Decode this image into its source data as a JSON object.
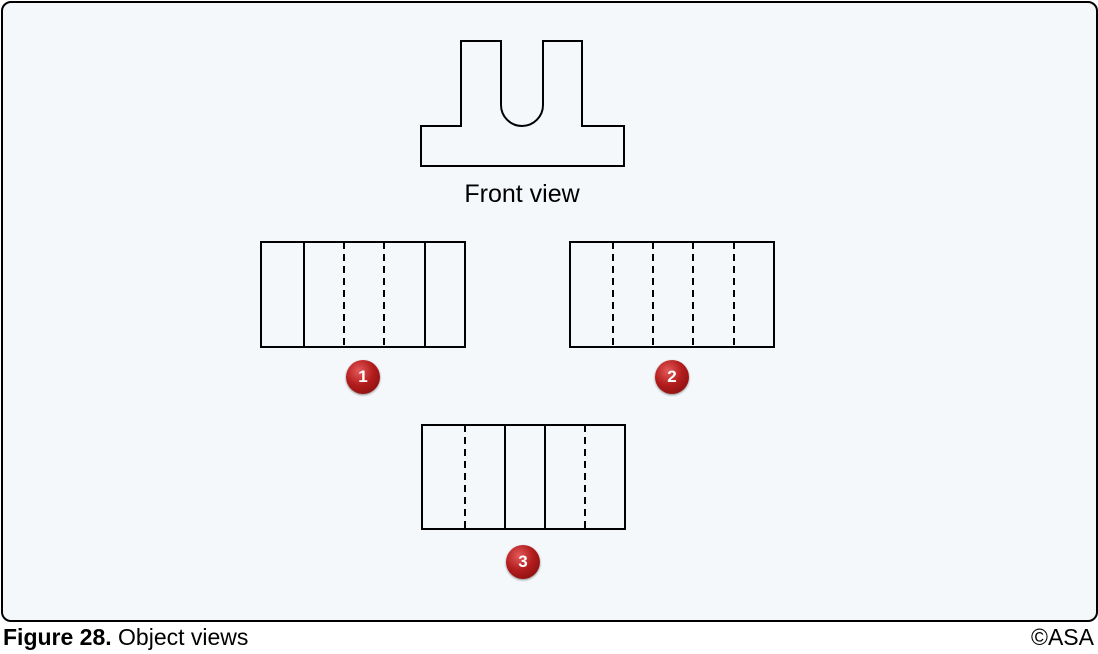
{
  "figure": {
    "front_view_label": "Front view",
    "option_badges": [
      "1",
      "2",
      "3"
    ],
    "caption_number": "Figure 28.",
    "caption_title": " Object views",
    "copyright": "©ASA"
  },
  "colors": {
    "panel_background": "#f5f8fb",
    "badge": "#b31d1d",
    "line": "#000000"
  }
}
